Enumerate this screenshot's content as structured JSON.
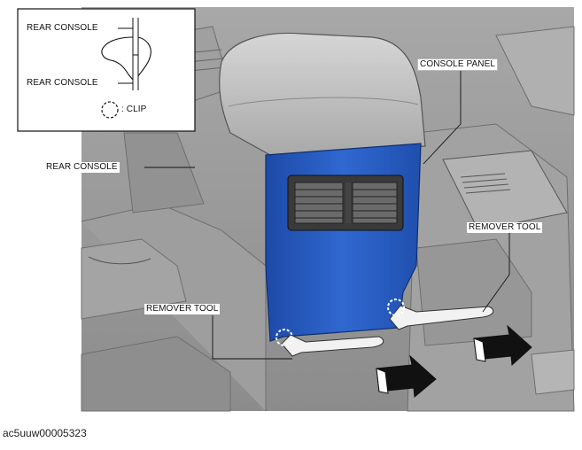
{
  "labels": {
    "inset_rear_console_top": "REAR CONSOLE",
    "inset_rear_console_bottom": "REAR CONSOLE",
    "inset_clip": ": CLIP",
    "console_panel": "CONSOLE PANEL",
    "rear_console": "REAR CONSOLE",
    "remover_tool_right": "REMOVER TOOL",
    "remover_tool_left": "REMOVER TOOL"
  },
  "caption": "ac5uuw00005323",
  "colors": {
    "panel_blue": "#2a5fc4",
    "console_top": "#bdbdbd",
    "background_gray": "#9a9a9a",
    "tool_white": "#f2f2f2"
  }
}
